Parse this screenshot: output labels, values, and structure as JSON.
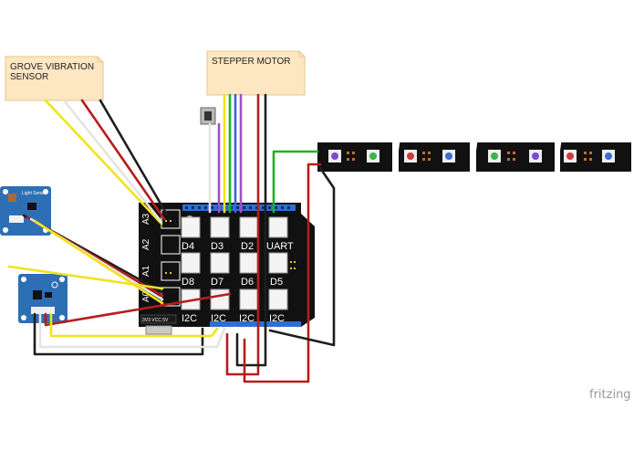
{
  "notes": {
    "vibration": {
      "line1": "GROVE VIBRATION",
      "line2": "SENSOR"
    },
    "stepper": {
      "line1": "STEPPER MOTOR"
    }
  },
  "light_sensor": {
    "title": "Light Sensor"
  },
  "shield": {
    "ports": {
      "a3": "A3",
      "a2": "A2",
      "a1": "A1",
      "a0": "A0",
      "d4": "D4",
      "d3": "D3",
      "d2": "D2",
      "uart": "UART",
      "d8": "D8",
      "d7": "D7",
      "d6": "D6",
      "d5": "D5",
      "i2c_1": "I2C",
      "i2c_2": "I2C",
      "i2c_3": "I2C",
      "i2c_4": "I2C"
    },
    "power_switch": "3V3  VCC  5V"
  },
  "brand": "fritzing",
  "colors": {
    "wire_yellow": "#f2e21c",
    "wire_red": "#b81c1c",
    "wire_black": "#1e1e1e",
    "wire_white": "#ececec",
    "wire_green": "#1fb51f",
    "wire_blue": "#3a63d6",
    "wire_purple": "#a04fc6",
    "note_fill": "#fde6c2",
    "board_black": "#111111",
    "grove_blue": "#2d6fb5",
    "header_blue": "#2c6fd6"
  }
}
